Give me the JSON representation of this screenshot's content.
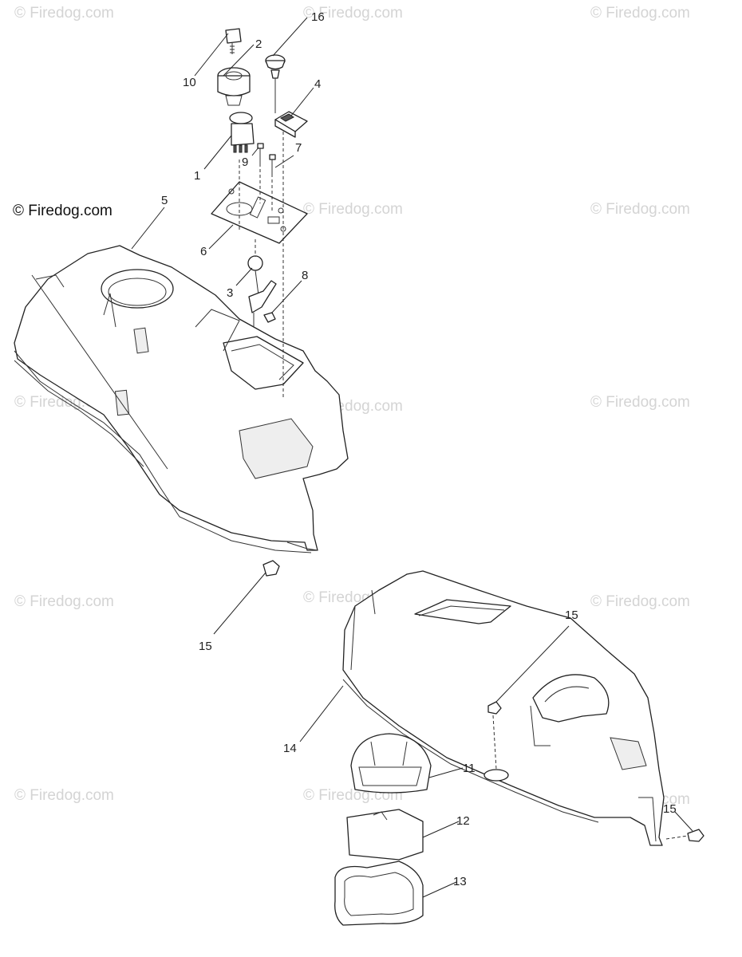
{
  "watermark_text": "© Firedog.com",
  "watermark_main": "© Firedog.com",
  "callouts": {
    "c1": "1",
    "c2": "2",
    "c3": "3",
    "c4": "4",
    "c5": "5",
    "c6": "6",
    "c7": "7",
    "c8": "8",
    "c9": "9",
    "c10": "10",
    "c11": "11",
    "c12": "12",
    "c13": "13",
    "c14": "14",
    "c15a": "15",
    "c15b": "15",
    "c15c": "15",
    "c16": "16"
  },
  "colors": {
    "line": "#222222",
    "watermark": "#d4d4d4",
    "background": "#ffffff"
  }
}
